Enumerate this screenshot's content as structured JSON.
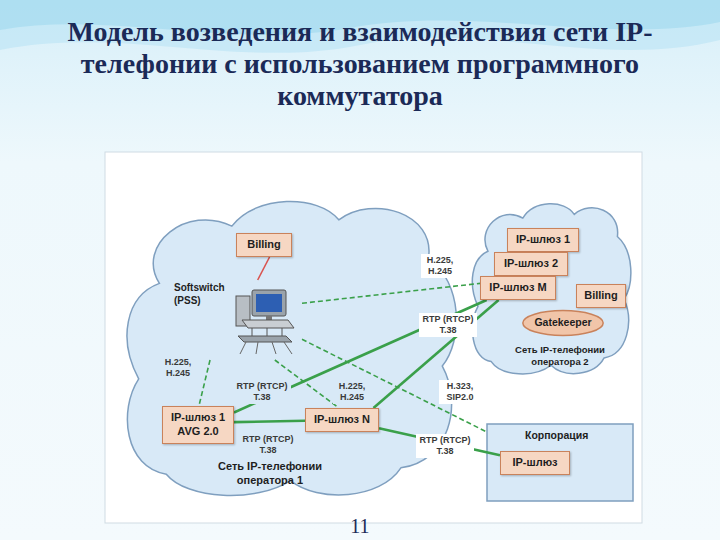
{
  "diagram": {
    "title": "Модель возведения и взаимодействия сети IP-телефонии с использованием программного коммутатора",
    "nodes": [
      {
        "text": [
          "Сеть IP-телефонии оператора 1"
        ]
      },
      {
        "text": [
          "Billing"
        ],
        "in": 0
      },
      {
        "text": [
          "Softswitch (PSS)"
        ],
        "in": 0
      },
      {
        "text": [
          "IP-шлюз 1 AVG 2.0"
        ],
        "in": 0
      },
      {
        "text": [
          "IP-шлюз N"
        ],
        "in": 0
      },
      {
        "text": [
          "Сеть IP-телефонии оператора 2"
        ]
      },
      {
        "text": [
          "IP-шлюз 1"
        ],
        "in": 5
      },
      {
        "text": [
          "IP-шлюз 2"
        ],
        "in": 5
      },
      {
        "text": [
          "IP-шлюз M"
        ],
        "in": 5
      },
      {
        "text": [
          "Billing"
        ],
        "in": 5
      },
      {
        "text": [
          "Gatekeeper"
        ],
        "in": 5
      },
      {
        "text": [
          "Корпорация"
        ]
      },
      {
        "text": [
          "IP-шлюз"
        ],
        "in": 11
      }
    ],
    "edges": [
      {
        "from": 1,
        "to": 2,
        "arrow": "none"
      },
      {
        "from": 2,
        "to": 3,
        "label": "H.225, H.245",
        "arrow": "none"
      },
      {
        "from": 2,
        "to": 4,
        "label": "H.225, H.245",
        "arrow": "none"
      },
      {
        "from": 3,
        "to": 4,
        "label": "RTP (RTCP) T.38",
        "arrow": "none"
      },
      {
        "from": 3,
        "to": 8,
        "label": "RTP (RTCP) T.38",
        "arrow": "none"
      },
      {
        "from": 2,
        "to": 8,
        "label": "H.225, H.245",
        "arrow": "none"
      },
      {
        "from": 4,
        "to": 8,
        "label": "RTP (RTCP) T.38",
        "arrow": "none"
      },
      {
        "from": 2,
        "to": 11,
        "label": "H.323, SIP2.0",
        "arrow": "none"
      },
      {
        "from": 4,
        "to": 12,
        "label": "RTP (RTCP) T.38",
        "arrow": "none"
      }
    ],
    "labels": [
      "11"
    ]
  }
}
